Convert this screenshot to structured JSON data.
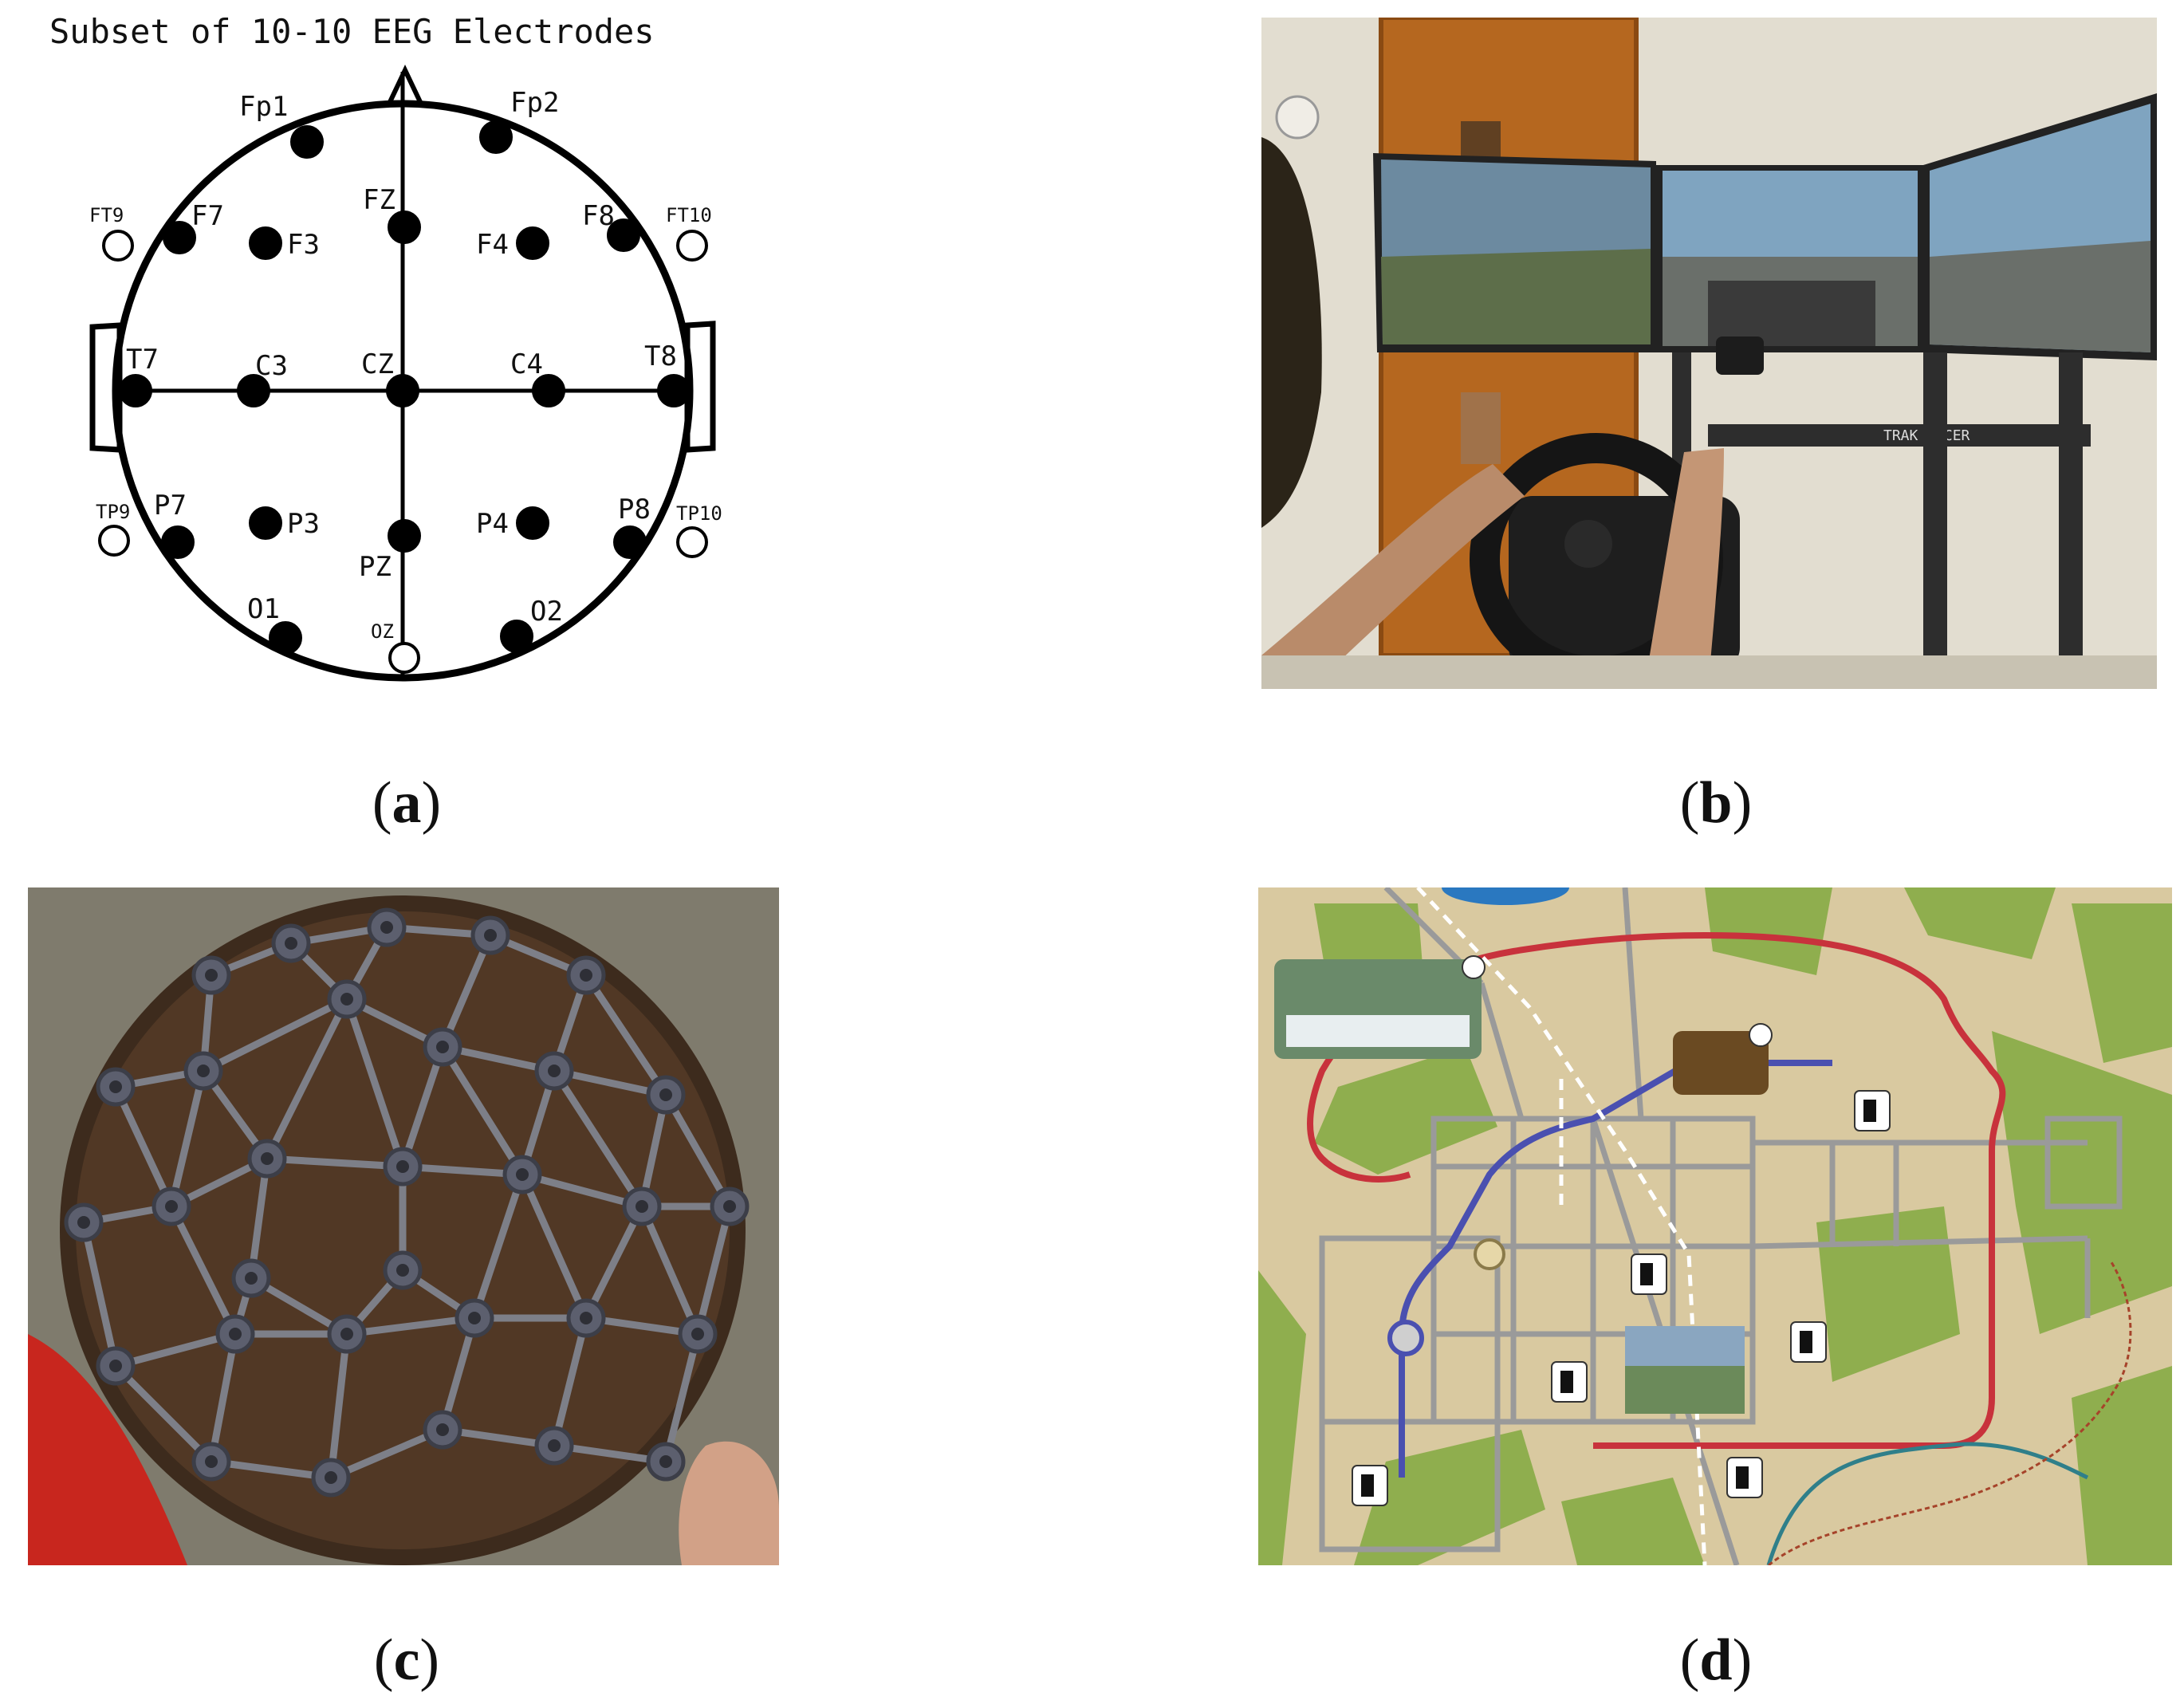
{
  "panel_a": {
    "title": "Subset of 10-10 EEG Electrodes",
    "electrodes": [
      {
        "label": "Fp1",
        "filled": true
      },
      {
        "label": "Fp2",
        "filled": true
      },
      {
        "label": "FT9",
        "filled": false
      },
      {
        "label": "F7",
        "filled": true
      },
      {
        "label": "F3",
        "filled": true
      },
      {
        "label": "FZ",
        "filled": true
      },
      {
        "label": "F4",
        "filled": true
      },
      {
        "label": "F8",
        "filled": true
      },
      {
        "label": "FT10",
        "filled": false
      },
      {
        "label": "T7",
        "filled": true
      },
      {
        "label": "C3",
        "filled": true
      },
      {
        "label": "CZ",
        "filled": true
      },
      {
        "label": "C4",
        "filled": true
      },
      {
        "label": "T8",
        "filled": true
      },
      {
        "label": "TP9",
        "filled": false
      },
      {
        "label": "P7",
        "filled": true
      },
      {
        "label": "P3",
        "filled": true
      },
      {
        "label": "PZ",
        "filled": true
      },
      {
        "label": "P4",
        "filled": true
      },
      {
        "label": "P8",
        "filled": true
      },
      {
        "label": "TP10",
        "filled": false
      },
      {
        "label": "O1",
        "filled": true
      },
      {
        "label": "OZ",
        "filled": false
      },
      {
        "label": "O2",
        "filled": true
      }
    ]
  },
  "panel_b": {
    "monitor_brand": "TRAK RACER"
  },
  "captions": {
    "a": {
      "open": "(",
      "letter": "a",
      "close": ")"
    },
    "b": {
      "open": "(",
      "letter": "b",
      "close": ")"
    },
    "c": {
      "open": "(",
      "letter": "c",
      "close": ")"
    },
    "d": {
      "open": "(",
      "letter": "d",
      "close": ")"
    }
  },
  "colors": {
    "map_bg": "#d9c9a0",
    "map_green": "#8fae4e",
    "route_red": "#c8323c",
    "route_blue": "#4a50b0",
    "road_gray": "#9a9a9a",
    "water": "#2a78c0"
  }
}
